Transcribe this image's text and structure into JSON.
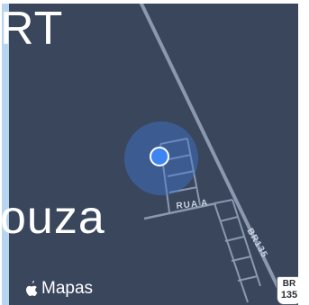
{
  "map": {
    "place_labels": {
      "top": "RT",
      "middle": "ouza"
    },
    "street_label": "RUA A",
    "highway_label": "BR135",
    "highway_shield": {
      "prefix": "BR",
      "number": "135"
    },
    "attribution": "Mapas",
    "colors": {
      "land": "#3a465c",
      "water": "#b7d5ef",
      "road": "#8a98b0",
      "location": "#3d85f0",
      "location_halo": "#4078d2"
    },
    "icons": [
      "apple-logo-icon",
      "user-location-icon",
      "highway-shield-icon"
    ]
  }
}
